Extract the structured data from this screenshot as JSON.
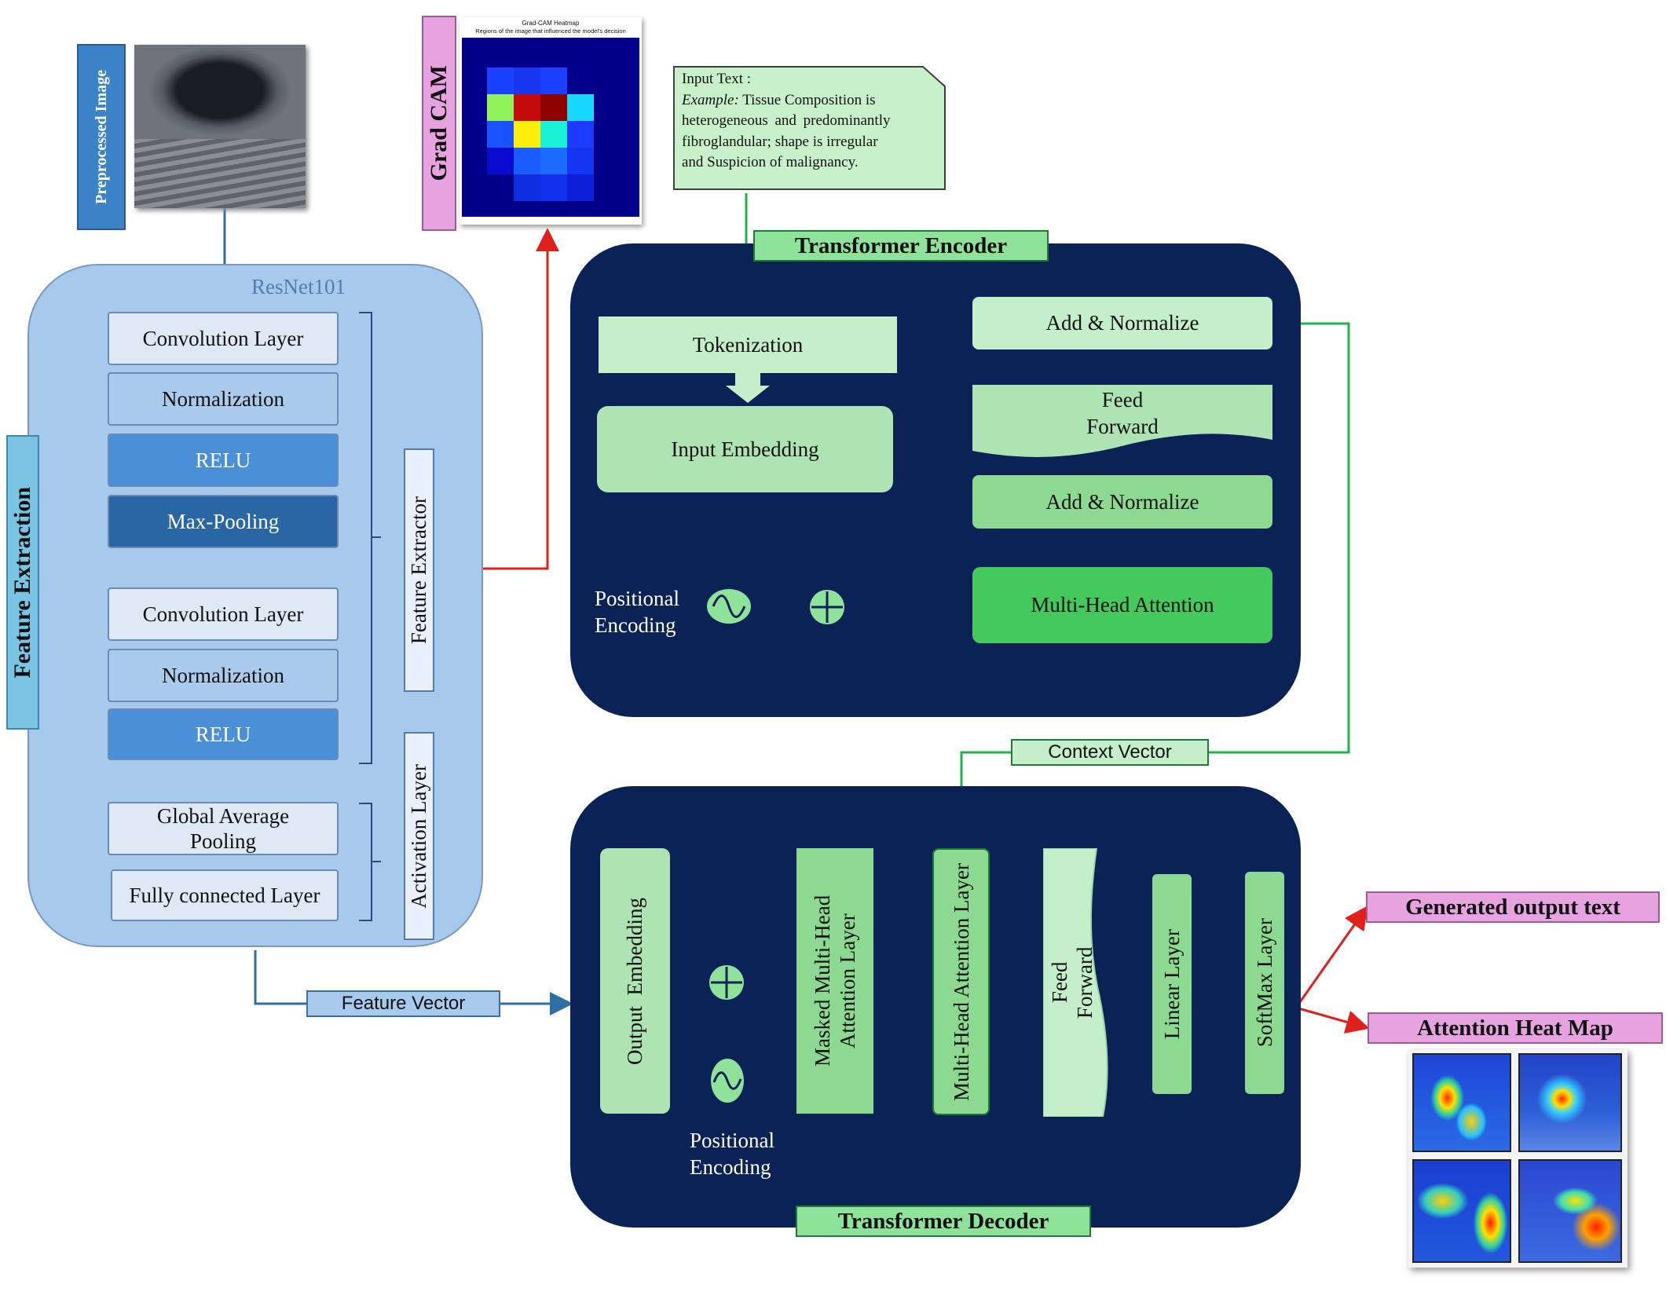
{
  "preprocessed_image_label": "Preprocessed Image",
  "gradcam": {
    "label": "Grad CAM",
    "title": "Grad-CAM Heatmap",
    "subtitle": "Regions of the image that influenced the model's decision"
  },
  "input_text": {
    "label": "Input Text :",
    "example_label": "Example:",
    "lines": [
      "Tissue Composition is",
      "heterogeneous and predominantly",
      "fibroglandular; shape is irregular",
      "and Suspicion of malignancy."
    ]
  },
  "resnet": {
    "title": "ResNet101",
    "layers": [
      "Convolution Layer",
      "Normalization",
      "RELU",
      "Max-Pooling",
      "Convolution Layer",
      "Normalization",
      "RELU",
      "Global Average Pooling",
      "Fully connected Layer"
    ],
    "feature_extractor": "Feature Extractor",
    "activation_layer": "Activation Layer"
  },
  "feature_extraction_label": "Feature Extraction",
  "feature_vector_label": "Feature Vector",
  "encoder": {
    "title": "Transformer Encoder",
    "tokenization": "Tokenization",
    "input_embedding": "Input Embedding",
    "positional_encoding": "Positional Encoding",
    "add_normalize_top": "Add & Normalize",
    "feed_forward": "Feed Forward",
    "add_normalize_bottom": "Add & Normalize",
    "multi_head_attention": "Multi-Head Attention"
  },
  "context_vector_label": "Context Vector",
  "decoder": {
    "title": "Transformer Decoder",
    "output_embedding": "Output  Embedding",
    "positional_encoding": "Positional Encoding",
    "masked_attention": "Masked Multi-Head Attention Layer",
    "multi_head_attention": "Multi-Head Attention Layer",
    "feed_forward": "Feed Forward",
    "linear": "Linear Layer",
    "softmax": "SoftMax Layer"
  },
  "outputs": {
    "generated_text": "Generated output text",
    "attention_heat_map": "Attention Heat Map"
  },
  "colors": {
    "navy": "#0b2257",
    "resnet_bg": "#a7caec",
    "wire_green": "#23b04a",
    "wire_red": "#e0201c",
    "wire_blue": "#2f6fa3",
    "label_pink": "#e6a3e0"
  }
}
